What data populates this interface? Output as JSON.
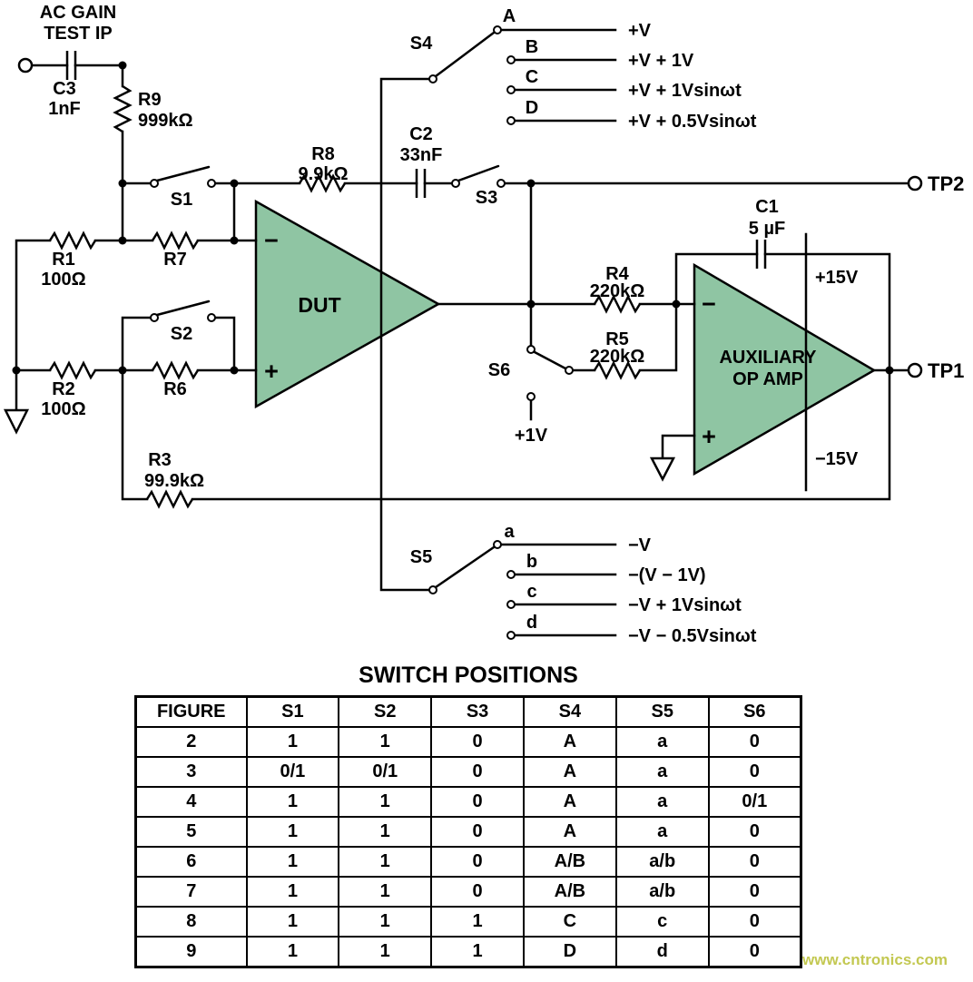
{
  "schematic": {
    "input_label": {
      "line1": "AC GAIN",
      "line2": "TEST IP"
    },
    "components": {
      "c3": {
        "ref": "C3",
        "value": "1nF"
      },
      "r9": {
        "ref": "R9",
        "value": "999kΩ"
      },
      "r1": {
        "ref": "R1",
        "value": "100Ω"
      },
      "r7": {
        "ref": "R7"
      },
      "r2": {
        "ref": "R2",
        "value": "100Ω"
      },
      "r6": {
        "ref": "R6"
      },
      "r3": {
        "ref": "R3",
        "value": "99.9kΩ"
      },
      "r8": {
        "ref": "R8",
        "value": "9.9kΩ"
      },
      "c2": {
        "ref": "C2",
        "value": "33nF"
      },
      "c1": {
        "ref": "C1",
        "value": "5 µF"
      },
      "r4": {
        "ref": "R4",
        "value": "220kΩ"
      },
      "r5": {
        "ref": "R5",
        "value": "220kΩ"
      }
    },
    "switches": {
      "s1": "S1",
      "s2": "S2",
      "s3": "S3",
      "s4": "S4",
      "s5": "S5",
      "s6": "S6"
    },
    "opamps": {
      "dut": {
        "label": "DUT",
        "minus": "−",
        "plus": "+"
      },
      "aux": {
        "label_line1": "AUXILIARY",
        "label_line2": "OP AMP",
        "minus": "−",
        "plus": "+",
        "supply_pos": "+15V",
        "supply_neg": "−15V"
      }
    },
    "sources": {
      "plus1v": "+1V"
    },
    "test_points": {
      "tp1": "TP1",
      "tp2": "TP2"
    },
    "s4_positions": [
      {
        "letter": "A",
        "output": "+V"
      },
      {
        "letter": "B",
        "output": "+V + 1V"
      },
      {
        "letter": "C",
        "output": "+V + 1Vsinωt"
      },
      {
        "letter": "D",
        "output": "+V + 0.5Vsinωt"
      }
    ],
    "s5_positions": [
      {
        "letter": "a",
        "output": "−V"
      },
      {
        "letter": "b",
        "output": "−(V − 1V)"
      },
      {
        "letter": "c",
        "output": "−V + 1Vsinωt"
      },
      {
        "letter": "d",
        "output": "−V − 0.5Vsinωt"
      }
    ]
  },
  "switch_table": {
    "title": "SWITCH POSITIONS",
    "headers": [
      "FIGURE",
      "S1",
      "S2",
      "S3",
      "S4",
      "S5",
      "S6"
    ],
    "rows": [
      [
        "2",
        "1",
        "1",
        "0",
        "A",
        "a",
        "0"
      ],
      [
        "3",
        "0/1",
        "0/1",
        "0",
        "A",
        "a",
        "0"
      ],
      [
        "4",
        "1",
        "1",
        "0",
        "A",
        "a",
        "0/1"
      ],
      [
        "5",
        "1",
        "1",
        "0",
        "A",
        "a",
        "0"
      ],
      [
        "6",
        "1",
        "1",
        "0",
        "A/B",
        "a/b",
        "0"
      ],
      [
        "7",
        "1",
        "1",
        "0",
        "A/B",
        "a/b",
        "0"
      ],
      [
        "8",
        "1",
        "1",
        "1",
        "C",
        "c",
        "0"
      ],
      [
        "9",
        "1",
        "1",
        "1",
        "D",
        "d",
        "0"
      ]
    ]
  },
  "watermark": "www.cntronics.com",
  "colors": {
    "opamp_fill": "#8fc5a3"
  }
}
